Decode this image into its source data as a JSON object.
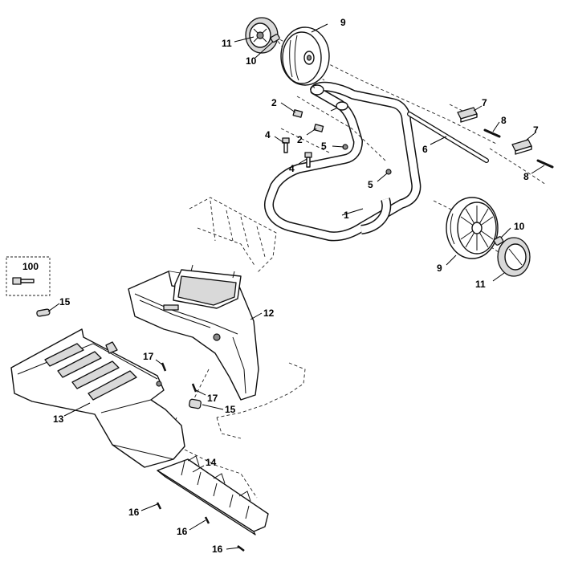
{
  "diagram": {
    "callouts": [
      {
        "id": "c1",
        "label": "1"
      },
      {
        "id": "c2a",
        "label": "2"
      },
      {
        "id": "c2b",
        "label": "2"
      },
      {
        "id": "c4a",
        "label": "4"
      },
      {
        "id": "c4b",
        "label": "4"
      },
      {
        "id": "c5a",
        "label": "5"
      },
      {
        "id": "c5b",
        "label": "5"
      },
      {
        "id": "c6",
        "label": "6"
      },
      {
        "id": "c7a",
        "label": "7"
      },
      {
        "id": "c7b",
        "label": "7"
      },
      {
        "id": "c8a",
        "label": "8"
      },
      {
        "id": "c8b",
        "label": "8"
      },
      {
        "id": "c9a",
        "label": "9"
      },
      {
        "id": "c9b",
        "label": "9"
      },
      {
        "id": "c10a",
        "label": "10"
      },
      {
        "id": "c10b",
        "label": "10"
      },
      {
        "id": "c11a",
        "label": "11"
      },
      {
        "id": "c11b",
        "label": "11"
      },
      {
        "id": "c12",
        "label": "12"
      },
      {
        "id": "c13",
        "label": "13"
      },
      {
        "id": "c14",
        "label": "14"
      },
      {
        "id": "c15a",
        "label": "15"
      },
      {
        "id": "c15b",
        "label": "15"
      },
      {
        "id": "c16a",
        "label": "16"
      },
      {
        "id": "c16b",
        "label": "16"
      },
      {
        "id": "c16c",
        "label": "16"
      },
      {
        "id": "c17a",
        "label": "17"
      },
      {
        "id": "c17b",
        "label": "17"
      },
      {
        "id": "c100",
        "label": "100"
      }
    ]
  }
}
